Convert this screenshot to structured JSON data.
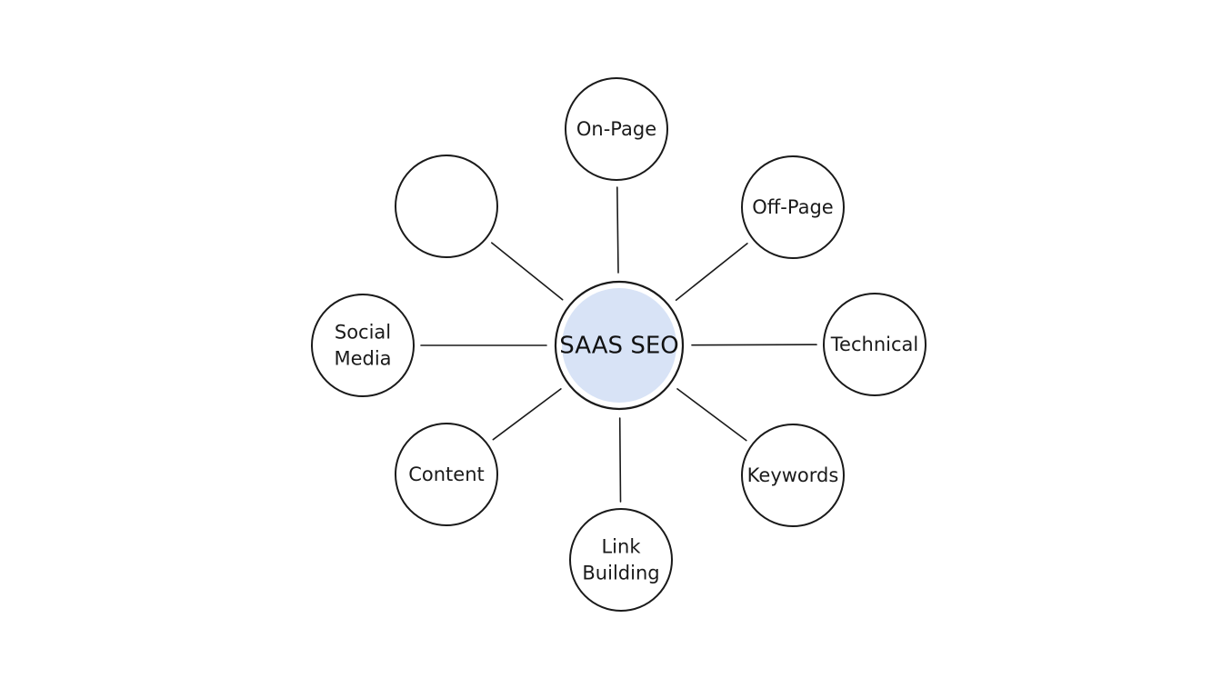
{
  "center": {
    "label": "SAAS SEO",
    "fill_color": "#d8e3f6"
  },
  "nodes": [
    {
      "id": "on-page",
      "lines": [
        "On-Page"
      ]
    },
    {
      "id": "off-page",
      "lines": [
        "Off-Page"
      ]
    },
    {
      "id": "technical",
      "lines": [
        "Technical"
      ]
    },
    {
      "id": "keywords",
      "lines": [
        "Keywords"
      ]
    },
    {
      "id": "link-building",
      "lines": [
        "Link",
        "Building"
      ]
    },
    {
      "id": "content",
      "lines": [
        "Content"
      ]
    },
    {
      "id": "social-media",
      "lines": [
        "Social",
        "Media"
      ]
    },
    {
      "id": "blank",
      "lines": []
    }
  ]
}
